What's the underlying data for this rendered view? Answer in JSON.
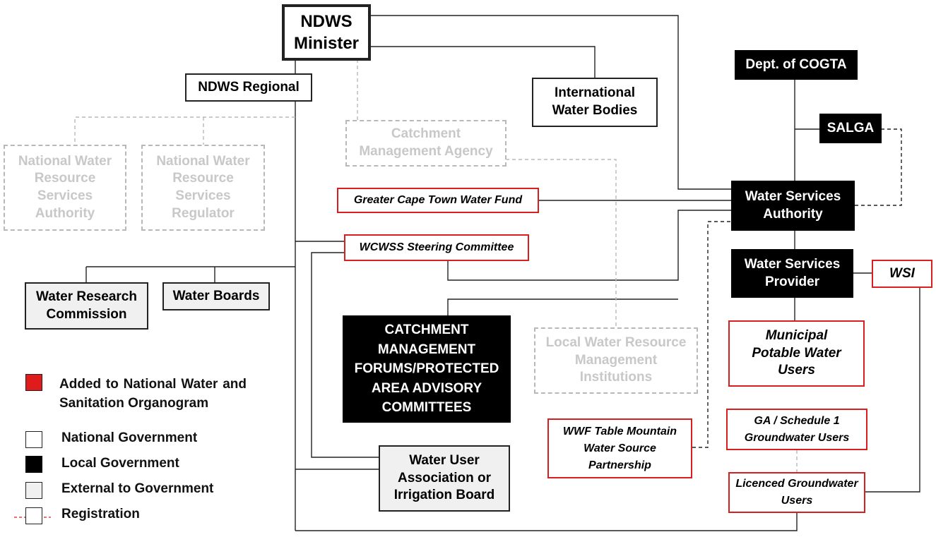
{
  "boxes": {
    "minister": "NDWS Minister",
    "regional": "NDWS Regional",
    "cogta": "Dept. of COGTA",
    "international": "International Water Bodies",
    "salga": "SALGA",
    "cma": "Catchment Management Agency",
    "nwrsa": "National Water Resource Services Authority",
    "nwrsr": "National Water Resource Services Regulator",
    "gctwf": "Greater Cape Town Water Fund",
    "wsa": "Water Services Authority",
    "wcwss": "WCWSS Steering Committee",
    "wsp": "Water Services Provider",
    "wsi": "WSI",
    "wrc": "Water Research Commission",
    "water_boards": "Water Boards",
    "cmf": "CATCHMENT MANAGEMENT FORUMS/PROTECTED AREA ADVISORY COMMITTEES",
    "lwrmi": "Local Water Resource Management Institutions",
    "municipal": "Municipal Potable Water Users",
    "wwf": "WWF Table Mountain Water Source Partnership",
    "ga_schedule": "GA / Schedule 1 Groundwater Users",
    "wua": "Water User Association or Irrigation Board",
    "licenced": "Licenced Groundwater Users"
  },
  "legend": {
    "added": "Added to National Water and Sanitation Organogram",
    "national": "National Government",
    "local": "Local Government",
    "external": "External to Government",
    "registration": "Registration"
  },
  "colors": {
    "added_red": "#d81f1f",
    "local_black": "#000000",
    "external_grey": "#f0f0f0",
    "registration_grey": "#b8b8b8"
  }
}
